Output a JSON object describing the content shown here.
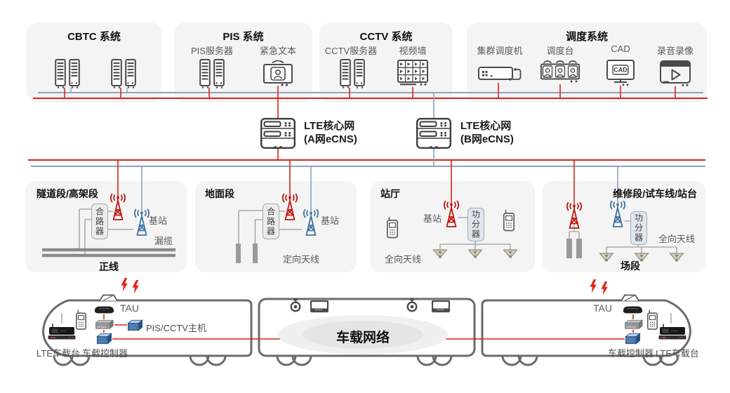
{
  "colors": {
    "red": "#d9251c",
    "red_icon": "#c2170f",
    "blue_line": "#8ba3bf",
    "blue_icon": "#4173a1",
    "panel_bg": "#f4f4f4",
    "gray_line": "#9c9c9c",
    "dark_icon": "#4a4a4a"
  },
  "systems": [
    {
      "title": "CBTC 系统",
      "devices": []
    },
    {
      "title": "PIS 系统",
      "devices": [
        "PIS服务器",
        "紧急文本"
      ]
    },
    {
      "title": "CCTV 系统",
      "devices": [
        "CCTV服务器",
        "视频墙"
      ]
    },
    {
      "title": "调度系统",
      "devices": [
        "集群调度机",
        "调度台",
        "CAD",
        "录音录像"
      ]
    }
  ],
  "core": {
    "a": {
      "name": "LTE核心网",
      "net": "(A网eCNS)"
    },
    "b": {
      "name": "LTE核心网",
      "net": "(B网eCNS)"
    }
  },
  "sections": {
    "tunnel": {
      "title": "隧道段/高架段",
      "combiner": "合路器",
      "bts": "基站",
      "leaky_cable": "漏缆",
      "footer": "正线"
    },
    "ground": {
      "title": "地面段",
      "combiner": "合路器",
      "bts": "基站",
      "antenna": "定向天线"
    },
    "hall": {
      "title": "站厅",
      "bts": "基站",
      "splitter": "功分器",
      "antenna": "全向天线"
    },
    "depot": {
      "title": "维修段/试车线/站台",
      "splitter": "功分器",
      "antenna": "全向天线",
      "footer": "场段"
    }
  },
  "train": {
    "left": {
      "tau": "TAU",
      "host": "PIS/CCTV主机",
      "controller": "车载控制器",
      "radio": "LTE车载台"
    },
    "middle": {
      "network": "车载网络"
    },
    "right": {
      "tau": "TAU",
      "controller": "车载控制器",
      "radio": "LTE车载台"
    }
  },
  "icons": {
    "cad_screen_text": "CAD"
  }
}
